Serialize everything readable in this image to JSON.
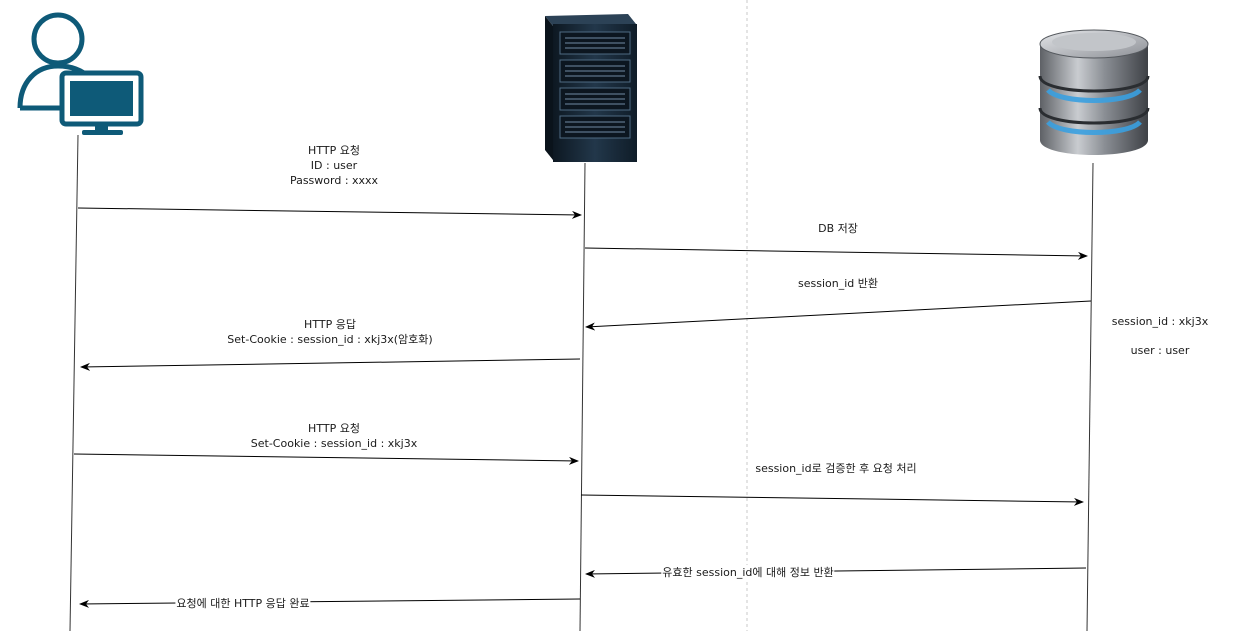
{
  "messages": [
    {
      "lines": [
        "HTTP 요청",
        "ID : user",
        "Password : xxxx"
      ]
    },
    {
      "lines": [
        "DB 저장"
      ]
    },
    {
      "lines": [
        "session_id 반환"
      ]
    },
    {
      "lines": [
        "HTTP 응답",
        "Set-Cookie : session_id : xkj3x(암호화)"
      ]
    },
    {
      "lines": [
        "HTTP 요청",
        "Set-Cookie : session_id : xkj3x"
      ]
    },
    {
      "lines": [
        "session_id로 검증한 후 요청 처리"
      ]
    },
    {
      "lines": [
        "유효한 session_id에 대해 정보 반환"
      ]
    },
    {
      "lines": [
        "요청에 대한 HTTP 응답 완료"
      ]
    }
  ],
  "db_note": [
    "session_id : xkj3x",
    "user : user"
  ],
  "icons": {
    "client": "user-computer-icon",
    "server": "server-rack-icon",
    "database": "database-icon"
  },
  "colors": {
    "user_icon": "#0e5a78",
    "db_ring": "#3aa0e0",
    "server_body": "#1b2a3a"
  }
}
